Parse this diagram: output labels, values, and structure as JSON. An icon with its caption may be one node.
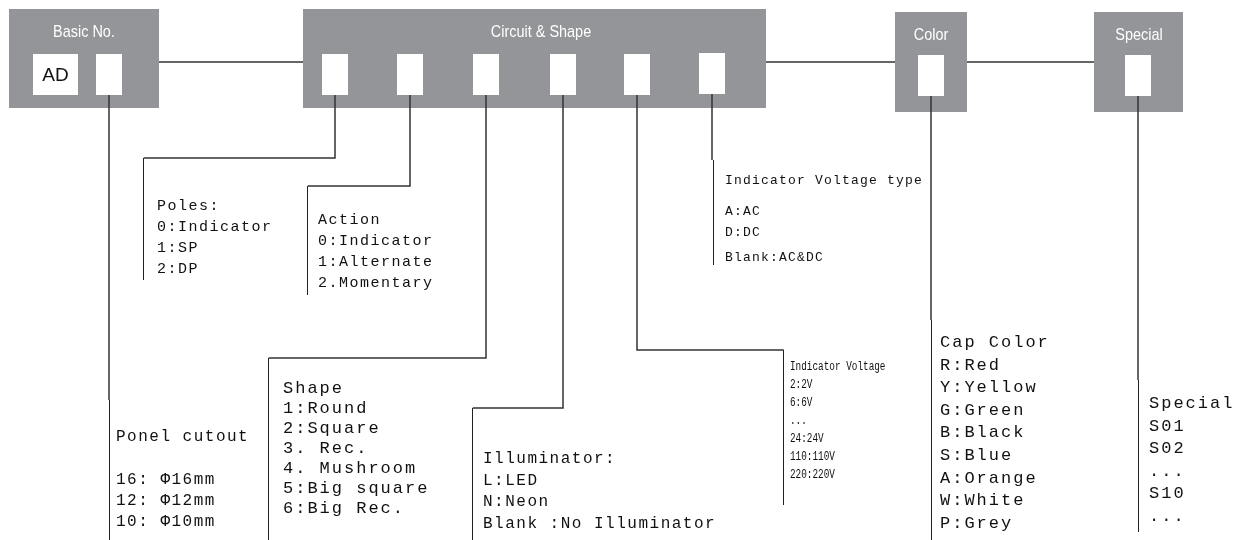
{
  "diagram": {
    "nodes": [
      {
        "text": [
          "Basic No."
        ]
      },
      {
        "text": [
          "AD"
        ],
        "in": 0
      },
      {
        "text": [],
        "shape": "box",
        "in": 0
      },
      {
        "text": [
          "Circuit & Shape"
        ]
      },
      {
        "text": [],
        "shape": "box",
        "in": 3
      },
      {
        "text": [],
        "shape": "box",
        "in": 3
      },
      {
        "text": [],
        "shape": "box",
        "in": 3
      },
      {
        "text": [],
        "shape": "box",
        "in": 3
      },
      {
        "text": [],
        "shape": "box",
        "in": 3
      },
      {
        "text": [],
        "shape": "box",
        "in": 3
      },
      {
        "text": [
          "Color"
        ]
      },
      {
        "text": [],
        "shape": "box",
        "in": 10
      },
      {
        "text": [
          "Special"
        ]
      },
      {
        "text": [],
        "shape": "box",
        "in": 12
      },
      {
        "text": [
          "Poles:",
          "0:Indicator",
          "1:SP",
          "2:DP"
        ]
      },
      {
        "text": [
          "Action",
          "0:Indicator",
          "1:Alternate",
          "2.Momentary"
        ]
      },
      {
        "text": [
          "Indicator Voltage type",
          "A:AC",
          "D:DC",
          "Blank:AC&DC"
        ]
      },
      {
        "text": [
          "Indicator Voltage",
          "2:2V",
          "6:6V",
          "...",
          "24:24V",
          "110:110V",
          "220:220V"
        ]
      },
      {
        "text": [
          "Cap Color",
          "R:Red",
          "Y:Yellow",
          "G:Green",
          "B:Black",
          "S:Blue",
          "A:Orange",
          "W:White",
          "P:Grey"
        ]
      },
      {
        "text": [
          "Special",
          "S01",
          "S02",
          "...",
          "S10",
          "..."
        ]
      },
      {
        "text": [
          "Ponel cutout",
          "16: Φ16mm",
          "12: Φ12mm",
          "10: Φ10mm"
        ]
      },
      {
        "text": [
          "Shape",
          "1:Round",
          "2:Square",
          "3. Rec.",
          "4. Mushroom",
          "5:Big square",
          "6:Big Rec."
        ]
      },
      {
        "text": [
          "Illuminator:",
          "L:LED",
          "N:Neon",
          "Blank :No Illuminator"
        ]
      }
    ],
    "edges": [
      {
        "from": 0,
        "to": 3,
        "arrow": "none"
      },
      {
        "from": 3,
        "to": 10,
        "arrow": "none"
      },
      {
        "from": 10,
        "to": 12,
        "arrow": "none"
      },
      {
        "from": 2,
        "to": 20,
        "arrow": "none"
      },
      {
        "from": 4,
        "to": 14,
        "arrow": "none"
      },
      {
        "from": 5,
        "to": 15,
        "arrow": "none"
      },
      {
        "from": 6,
        "to": 21,
        "arrow": "none"
      },
      {
        "from": 7,
        "to": 22,
        "arrow": "none"
      },
      {
        "from": 8,
        "to": 17,
        "arrow": "none"
      },
      {
        "from": 9,
        "to": 16,
        "arrow": "none"
      },
      {
        "from": 11,
        "to": 18,
        "arrow": "none"
      },
      {
        "from": 13,
        "to": 19,
        "arrow": "none"
      }
    ]
  }
}
